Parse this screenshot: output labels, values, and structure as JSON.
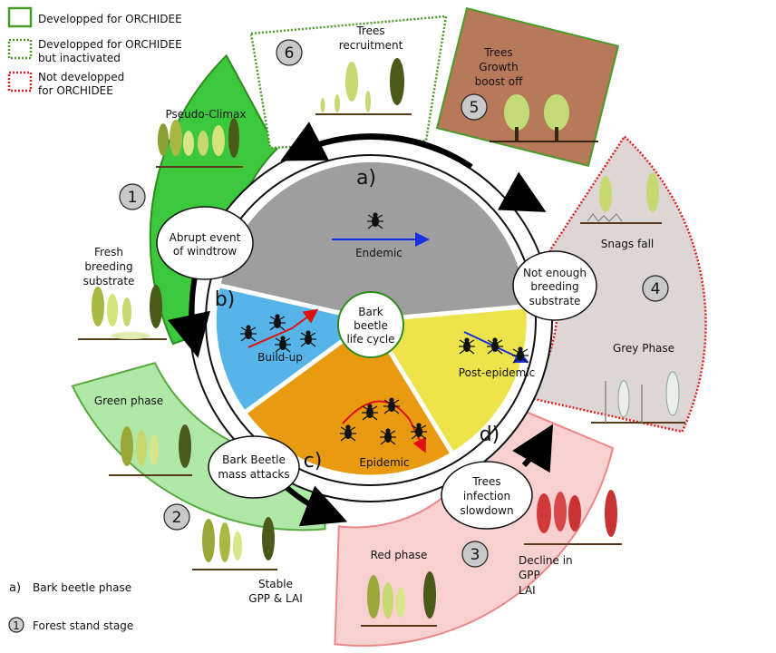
{
  "legend": {
    "developed": "Developped for ORCHIDEE",
    "inactivated_1": "Developped for ORCHIDEE",
    "inactivated_2": "but inactivated",
    "not_developed_1": "Not developped",
    "not_developed_2": "for ORCHIDEE",
    "phase_key_letter": "a)",
    "phase_key_text": "Bark beetle phase",
    "stage_key_number": "1",
    "stage_key_text": "Forest stand stage"
  },
  "center": {
    "line1": "Bark",
    "line2": "beetle",
    "line3": "life cycle"
  },
  "beetle_phases": [
    {
      "letter": "a)",
      "label": "Endemic"
    },
    {
      "letter": "b)",
      "label": "Build-up"
    },
    {
      "letter": "c)",
      "label": "Epidemic"
    },
    {
      "letter": "d)",
      "label": "Post-epidemic"
    }
  ],
  "events": [
    {
      "line1": "Abrupt event",
      "line2": "of windtrow"
    },
    {
      "line1": "Bark Beetle",
      "line2": "mass attacks"
    },
    {
      "line1": "Trees",
      "line2": "infection",
      "line3": "slowdown"
    },
    {
      "line1": "Not enough",
      "line2": "breeding",
      "line3": "substrate"
    }
  ],
  "stages": {
    "s1": {
      "number": "1",
      "title": "Pseudo-Climax",
      "sub1": "Fresh",
      "sub2": "breeding",
      "sub3": "substrate"
    },
    "s2": {
      "number": "2",
      "title": "Green phase",
      "sub1": "Stable",
      "sub2": "GPP & LAI"
    },
    "s3": {
      "number": "3",
      "title": "Red phase",
      "sub1": "Decline in",
      "sub2": "GPP",
      "sub3": "LAI"
    },
    "s4": {
      "number": "4",
      "title": "Snags fall",
      "sub1": "Grey Phase"
    },
    "s5": {
      "number": "5",
      "title1": "Trees",
      "title2": "Growth",
      "title3": "boost off"
    },
    "s6": {
      "number": "6",
      "title1": "Trees",
      "title2": "recruitment"
    }
  },
  "colors": {
    "developed_border": "#4a9a2a",
    "not_developed_border": "#e02020",
    "stage1": "#3cc83c",
    "stage2": "#b0e8a8",
    "stage3": "#f8d0d0",
    "stage4": "#ddd6d4",
    "stage5": "#b8785a",
    "endemic": "#9e9e9e",
    "buildup": "#56b4e8",
    "epidemic": "#e89a10",
    "postepidemic": "#ece44a"
  }
}
